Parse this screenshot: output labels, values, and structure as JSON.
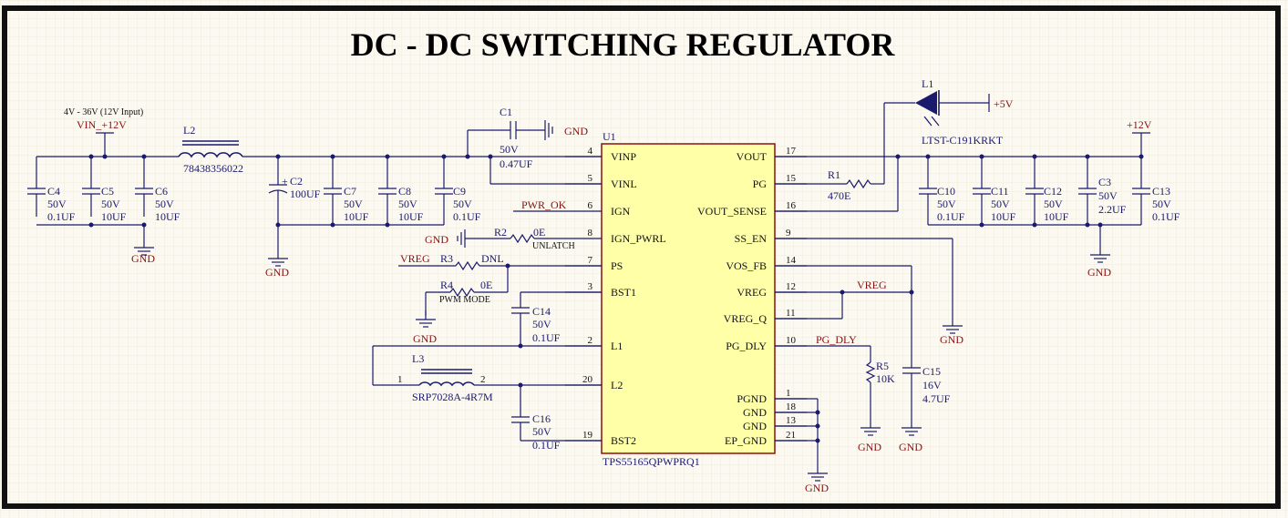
{
  "title": "DC - DC SWITCHING REGULATOR",
  "ic": {
    "ref": "U1",
    "part": "TPS55165QPWPRQ1",
    "left_pins": [
      {
        "num": "4",
        "name": "VINP"
      },
      {
        "num": "5",
        "name": "VINL"
      },
      {
        "num": "6",
        "name": "IGN"
      },
      {
        "num": "8",
        "name": "IGN_PWRL"
      },
      {
        "num": "7",
        "name": "PS"
      },
      {
        "num": "3",
        "name": "BST1"
      },
      {
        "num": "2",
        "name": "L1"
      },
      {
        "num": "20",
        "name": "L2"
      },
      {
        "num": "19",
        "name": "BST2"
      }
    ],
    "right_pins": [
      {
        "num": "17",
        "name": "VOUT"
      },
      {
        "num": "15",
        "name": "PG"
      },
      {
        "num": "16",
        "name": "VOUT_SENSE"
      },
      {
        "num": "9",
        "name": "SS_EN"
      },
      {
        "num": "14",
        "name": "VOS_FB"
      },
      {
        "num": "12",
        "name": "VREG"
      },
      {
        "num": "11",
        "name": "VREG_Q"
      },
      {
        "num": "10",
        "name": "PG_DLY"
      },
      {
        "num": "1",
        "name": "PGND"
      },
      {
        "num": "18",
        "name": "GND"
      },
      {
        "num": "13",
        "name": "GND"
      },
      {
        "num": "21",
        "name": "EP_GND"
      }
    ]
  },
  "input": {
    "note": "4V - 36V (12V Input)",
    "net": "VIN_+12V"
  },
  "inductor_l2": {
    "ref": "L2",
    "part": "78438356022"
  },
  "inductor_l3": {
    "ref": "L3",
    "part": "SRP7028A-4R7M",
    "pin1": "1",
    "pin2": "2"
  },
  "caps_in": [
    {
      "ref": "C4",
      "v": "50V",
      "val": "0.1UF"
    },
    {
      "ref": "C5",
      "v": "50V",
      "val": "10UF"
    },
    {
      "ref": "C6",
      "v": "50V",
      "val": "10UF"
    },
    {
      "ref": "C2",
      "v": "",
      "val": "100UF"
    },
    {
      "ref": "C7",
      "v": "50V",
      "val": "10UF"
    },
    {
      "ref": "C8",
      "v": "50V",
      "val": "10UF"
    },
    {
      "ref": "C9",
      "v": "50V",
      "val": "0.1UF"
    }
  ],
  "c1": {
    "ref": "C1",
    "v": "50V",
    "val": "0.47UF"
  },
  "caps_out": [
    {
      "ref": "C10",
      "v": "50V",
      "val": "0.1UF"
    },
    {
      "ref": "C11",
      "v": "50V",
      "val": "10UF"
    },
    {
      "ref": "C12",
      "v": "50V",
      "val": "10UF"
    },
    {
      "ref": "C3",
      "v": "50V",
      "val": "2.2UF"
    },
    {
      "ref": "C13",
      "v": "50V",
      "val": "0.1UF"
    }
  ],
  "c14": {
    "ref": "C14",
    "v": "50V",
    "val": "0.1UF"
  },
  "c16": {
    "ref": "C16",
    "v": "50V",
    "val": "0.1UF"
  },
  "c15": {
    "ref": "C15",
    "v": "16V",
    "val": "4.7UF"
  },
  "r1": {
    "ref": "R1",
    "val": "470E"
  },
  "r2": {
    "ref": "R2",
    "val": "0E",
    "note": "UNLATCH"
  },
  "r3": {
    "ref": "R3",
    "val": "DNL"
  },
  "r4": {
    "ref": "R4",
    "val": "0E",
    "note": "PWM MODE"
  },
  "r5": {
    "ref": "R5",
    "val": "10K"
  },
  "led": {
    "ref": "L1",
    "part": "LTST-C191KRKT"
  },
  "nets": {
    "gnd": "GND",
    "plus5": "+5V",
    "plus12": "+12V",
    "pwr_ok": "PWR_OK",
    "vreg": "VREG",
    "pg_dly": "PG_DLY"
  }
}
